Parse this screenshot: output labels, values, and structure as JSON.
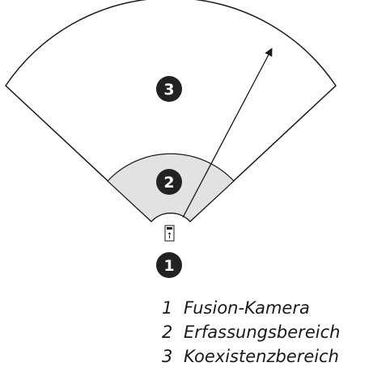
{
  "diagram": {
    "callouts": {
      "camera": "1",
      "detection": "2",
      "coexistence": "3"
    },
    "legend": [
      {
        "number": "1",
        "label": "Fusion-Kamera"
      },
      {
        "number": "2",
        "label": "Erfassungsbereich"
      },
      {
        "number": "3",
        "label": "Koexistenzbereich"
      }
    ],
    "colors": {
      "detection_fill": "#e2e2e2",
      "outline": "#1a1a1a",
      "badge": "#222222"
    }
  }
}
